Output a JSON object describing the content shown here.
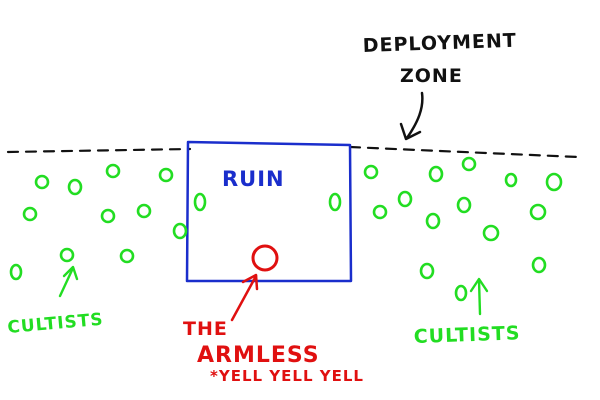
{
  "labels": {
    "deployment_zone_line1": "DEPLOYMENT",
    "deployment_zone_line2": "ZONE",
    "ruin": "RUIN",
    "cultists_left": "CULTISTS",
    "cultists_right": "CULTISTS",
    "armless_line1": "THE",
    "armless_line2": "ARMLESS",
    "armless_line3": "*YELL YELL YELL"
  },
  "colors": {
    "ink": "#111111",
    "ruin": "#1a2ecc",
    "cultist": "#22dd22",
    "armless": "#e01010"
  }
}
